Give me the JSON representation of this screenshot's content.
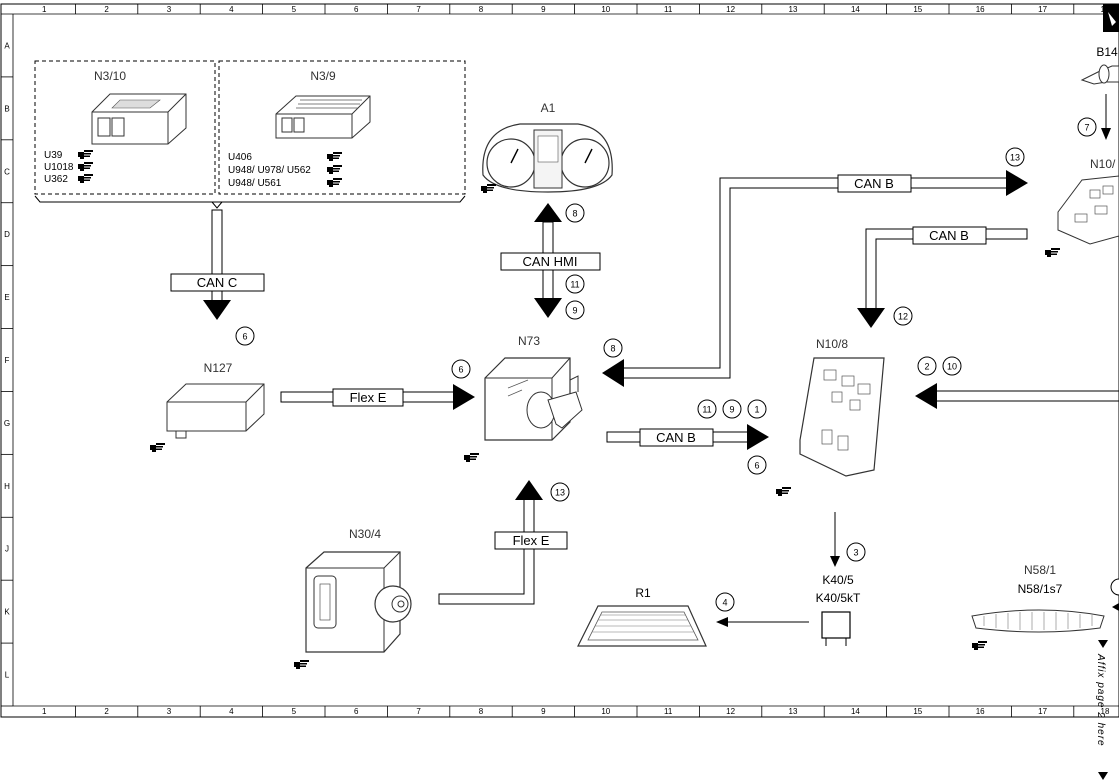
{
  "grid": {
    "columns": [
      "1",
      "2",
      "3",
      "4",
      "5",
      "6",
      "7",
      "8",
      "9",
      "10",
      "11",
      "12",
      "13",
      "14",
      "15",
      "16",
      "17",
      "18"
    ],
    "rows": [
      "A",
      "B",
      "C",
      "D",
      "E",
      "F",
      "G",
      "H",
      "J",
      "K",
      "L"
    ]
  },
  "components": {
    "n3_10": {
      "label": "N3/10",
      "codes": [
        "U39",
        "U1018",
        "U362"
      ]
    },
    "n3_9": {
      "label": "N3/9",
      "codes": [
        "U406",
        "U948/ U978/ U562",
        "U948/ U561"
      ]
    },
    "a1": {
      "label": "A1"
    },
    "b14": {
      "label": "B14"
    },
    "n10": {
      "label": "N10/"
    },
    "n127": {
      "label": "N127"
    },
    "n73": {
      "label": "N73"
    },
    "n10_8": {
      "label": "N10/8"
    },
    "n30_4": {
      "label": "N30/4"
    },
    "r1": {
      "label": "R1"
    },
    "k40": {
      "label1": "K40/5",
      "label2": "K40/5kT"
    },
    "n58": {
      "label1": "N58/1",
      "label2": "N58/1s7"
    }
  },
  "buses": {
    "can_c": "CAN C",
    "can_hmi": "CAN HMI",
    "can_b_top": "CAN B",
    "can_b_right": "CAN B",
    "can_b_mid": "CAN B",
    "flex_e_left": "Flex E",
    "flex_e_bottom": "Flex E"
  },
  "markers": {
    "m_can_c": "6",
    "m_hmi_up": "8",
    "m_hmi_down1": "11",
    "m_hmi_down2": "9",
    "m_n73_left": "6",
    "m_canb_in": "8",
    "m_canb_top": "13",
    "m_b14": "7",
    "m_n10_8_top": "12",
    "m_right_a": "2",
    "m_right_b": "10",
    "m_canb_mid_a": "11",
    "m_canb_mid_b": "9",
    "m_canb_mid_c": "1",
    "m_canb_mid_below": "6",
    "m_flex_bottom": "13",
    "m_k40": "3",
    "m_r1": "4"
  },
  "footer_note": "Affix page 2 here"
}
